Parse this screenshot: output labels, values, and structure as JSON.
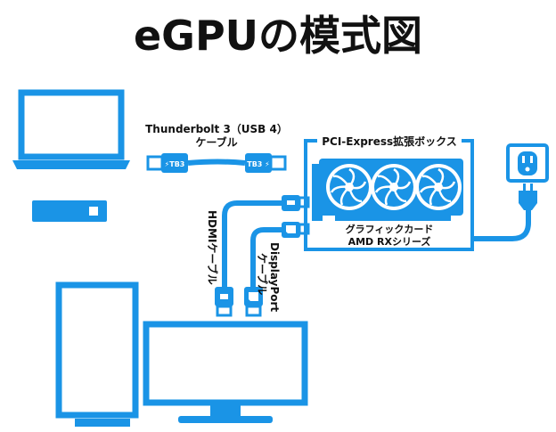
{
  "title": "eGPUの模式図",
  "labels": {
    "thunderbolt_line1": "Thunderbolt 3（USB 4）",
    "thunderbolt_line2": "ケーブル",
    "tb_plug_left": "⚡TB3",
    "tb_plug_right": "TB3 ⚡",
    "enclosure": "PCI-Express拡張ボックス",
    "gpu_line1": "グラフィックカード",
    "gpu_line2": "AMD RXシリーズ",
    "hdmi_cable": "HDMIケーブル",
    "dp_cable_line1": "DisplayPort",
    "dp_cable_line2": "ケーブル"
  },
  "colors": {
    "accent": "#1a94e6",
    "text": "#111111",
    "background": "#ffffff"
  },
  "icons": {
    "laptop": "laptop-icon",
    "mini_pc": "mini-pc-icon",
    "gpu": "graphics-card-icon",
    "outlet": "power-outlet-icon",
    "plug": "power-plug-icon",
    "monitor_portrait": "portrait-monitor-icon",
    "monitor_landscape": "landscape-monitor-icon"
  }
}
